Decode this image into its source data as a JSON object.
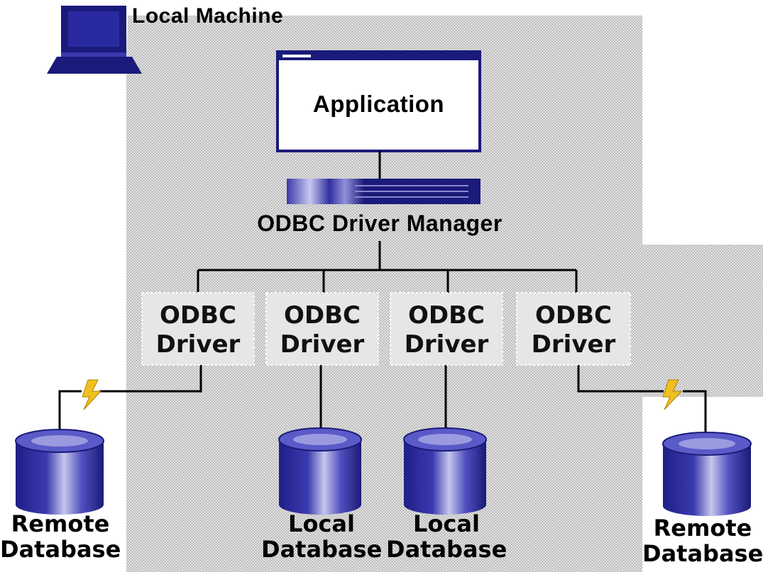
{
  "local_machine_label": "Local Machine",
  "application_label": "Application",
  "driver_manager_label": "ODBC Driver Manager",
  "drivers": [
    {
      "line1": "ODBC",
      "line2": "Driver"
    },
    {
      "line1": "ODBC",
      "line2": "Driver"
    },
    {
      "line1": "ODBC",
      "line2": "Driver"
    },
    {
      "line1": "ODBC",
      "line2": "Driver"
    }
  ],
  "databases": [
    {
      "line1": "Remote",
      "line2": "Database"
    },
    {
      "line1": "Local",
      "line2": "Database"
    },
    {
      "line1": "Local",
      "line2": "Database"
    },
    {
      "line1": "Remote",
      "line2": "Database"
    }
  ],
  "icons": {
    "computer": "laptop-icon",
    "network": "lightning-icon",
    "database": "database-cylinder-icon"
  },
  "colors": {
    "navy": "#1a1a7a",
    "shaded_region": "#c8c8c8",
    "lightning": "#f0c020"
  }
}
